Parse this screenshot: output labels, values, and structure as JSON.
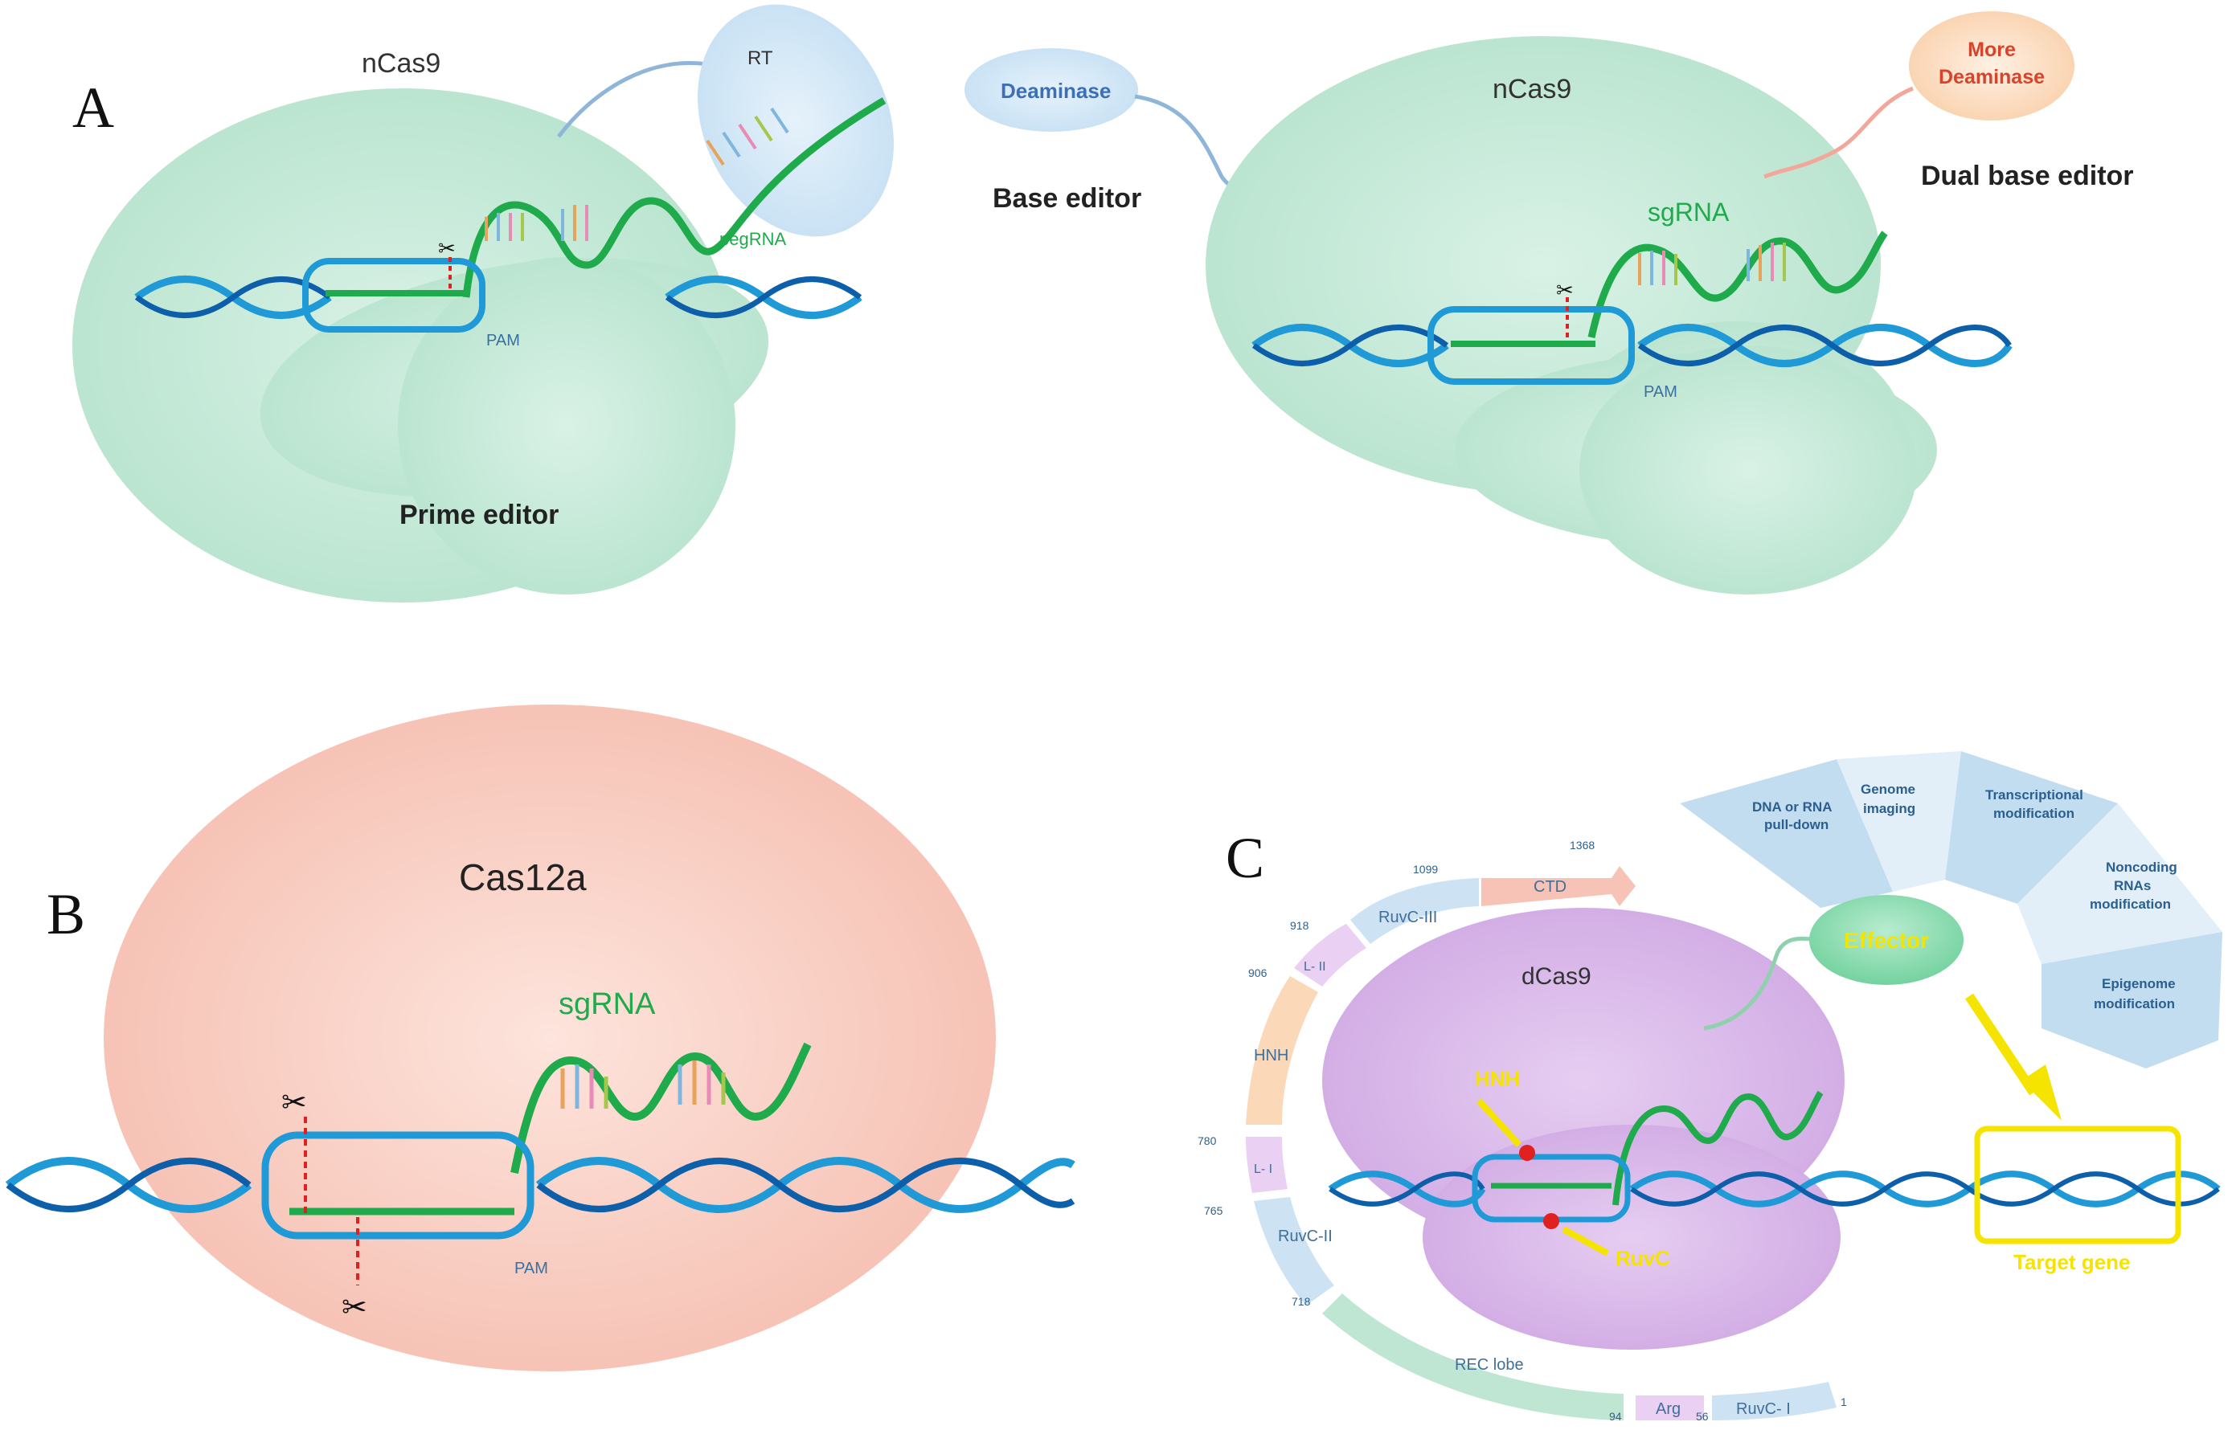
{
  "panels": {
    "a": {
      "letter": "A"
    },
    "b": {
      "letter": "B"
    },
    "c": {
      "letter": "C"
    }
  },
  "prime_editor": {
    "caption": "Prime editor",
    "protein": "nCas9",
    "rt": "RT",
    "guide": "pegRNA",
    "pam": "PAM"
  },
  "base_editor": {
    "caption": "Base editor",
    "deaminase": "Deaminase",
    "protein": "nCas9",
    "guide": "sgRNA",
    "pam": "PAM"
  },
  "dual_base_editor": {
    "caption": "Dual base editor",
    "more_deaminase_line1": "More",
    "more_deaminase_line2": "Deaminase"
  },
  "cas12a": {
    "protein": "Cas12a",
    "guide": "sgRNA",
    "pam": "PAM"
  },
  "dcas9": {
    "protein": "dCas9",
    "effector": "Effector",
    "hnh": "HNH",
    "ruvc": "RuvC",
    "target_gene": "Target gene",
    "domains": {
      "ctd": "CTD",
      "ruvc3": "RuvC-III",
      "l2": "L- II",
      "hnh": "HNH",
      "l1": "L- I",
      "ruvc2": "RuvC-II",
      "rec": "REC lobe",
      "arg": "Arg",
      "ruvc1": "RuvC- I"
    },
    "positions": {
      "p1368": "1368",
      "p1099": "1099",
      "p918": "918",
      "p906": "906",
      "p780": "780",
      "p765": "765",
      "p718": "718",
      "p94": "94",
      "p56": "56",
      "p1": "1"
    },
    "applications": [
      {
        "line1": "DNA or RNA",
        "line2": "pull-down",
        "line3": ""
      },
      {
        "line1": "Genome",
        "line2": "imaging",
        "line3": ""
      },
      {
        "line1": "Transcriptional",
        "line2": "modification",
        "line3": ""
      },
      {
        "line1": "Noncoding",
        "line2": "RNAs",
        "line3": "modification"
      },
      {
        "line1": "Epigenome",
        "line2": "modification",
        "line3": ""
      }
    ]
  },
  "colors": {
    "cas9_green": "#bfe6d3",
    "cas12a_salmon": "#f6c3b6",
    "dcas9_purple": "#d8b6e8",
    "dna_blue": "#1f9ad6",
    "rna_green": "#1faa4b",
    "deaminase_blue": "#cfe5f7",
    "more_deaminase_orange": "#fbd8b8",
    "effector_green": "#8fdcb0",
    "highlight_yellow": "#f5e400"
  }
}
